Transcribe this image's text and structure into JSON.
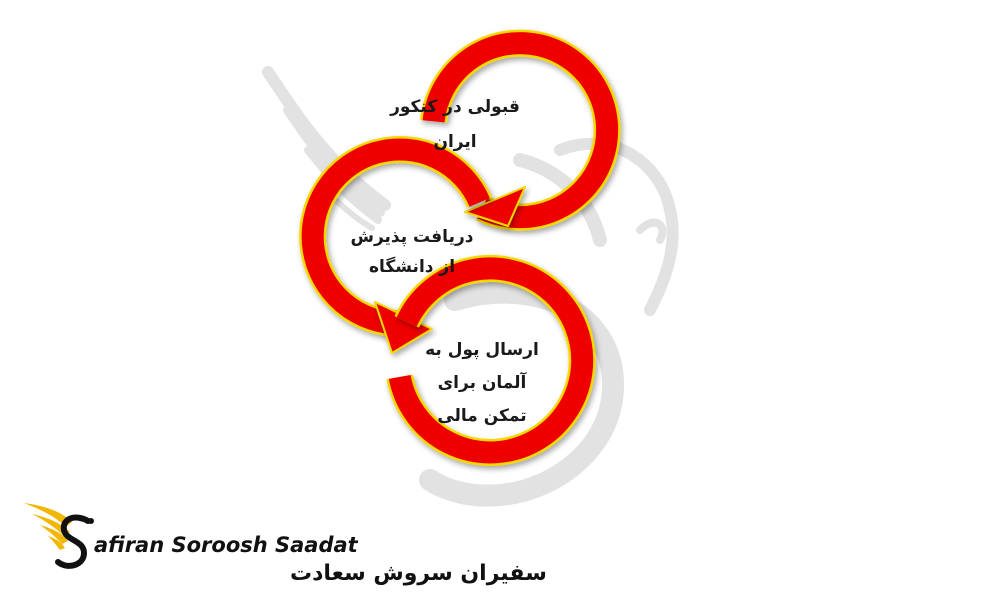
{
  "diagram": {
    "steps": [
      {
        "lines": [
          "قبولی در کنکور",
          "ایران"
        ]
      },
      {
        "lines": [
          "دریافت پذیرش",
          "از دانشگاه"
        ]
      },
      {
        "lines": [
          "ارسال پول به",
          "آلمان برای",
          "تمکن مالی"
        ]
      }
    ],
    "colors": {
      "ring": "#ee0000",
      "ring_edge": "#f5d800",
      "text": "#1a1a1a",
      "watermark": "#e3e3e3"
    }
  },
  "logo": {
    "name_en": "afiran Soroosh Saadat",
    "name_fa": "سفیران سروش سعادت",
    "colors": {
      "wing": "#f2b705",
      "mark": "#111111"
    }
  }
}
